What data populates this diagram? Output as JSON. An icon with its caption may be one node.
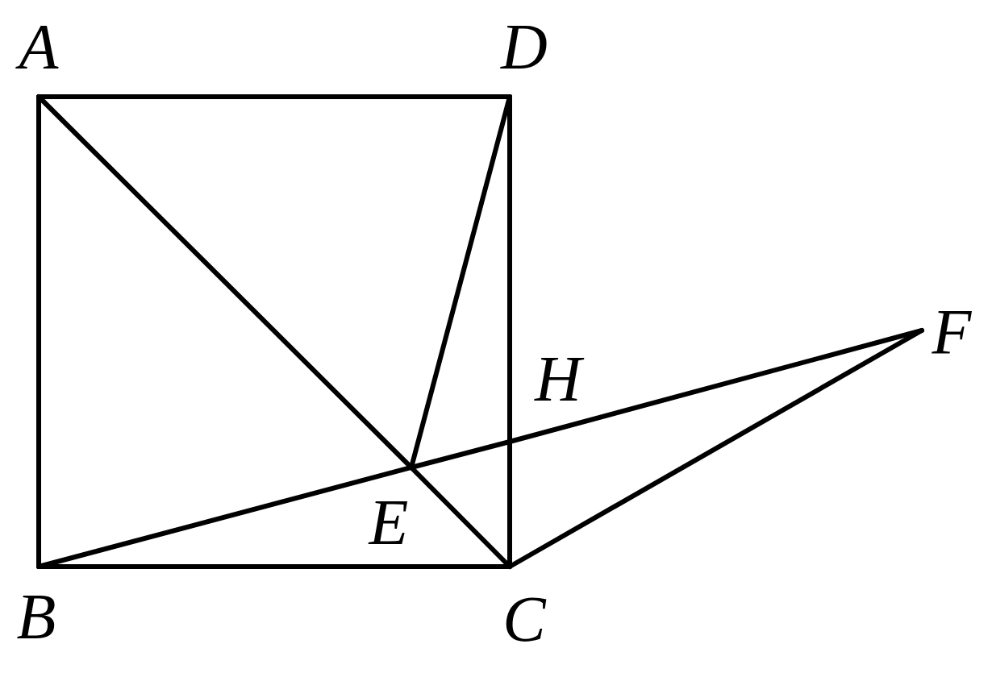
{
  "diagram": {
    "nodes": [
      {
        "text": [
          "A"
        ]
      },
      {
        "text": [
          "D"
        ]
      },
      {
        "text": [
          "F"
        ]
      },
      {
        "text": [
          "H"
        ]
      },
      {
        "text": [
          "E"
        ]
      },
      {
        "text": [
          "B"
        ]
      },
      {
        "text": [
          "C"
        ]
      }
    ],
    "edges": [
      {
        "from": 0,
        "to": 1,
        "arrow": "none"
      },
      {
        "from": 0,
        "to": 5,
        "arrow": "none"
      },
      {
        "from": 5,
        "to": 6,
        "arrow": "none"
      },
      {
        "from": 1,
        "to": 3,
        "arrow": "none"
      },
      {
        "from": 3,
        "to": 6,
        "arrow": "none"
      },
      {
        "from": 0,
        "to": 4,
        "arrow": "none"
      },
      {
        "from": 4,
        "to": 6,
        "arrow": "none"
      },
      {
        "from": 1,
        "to": 4,
        "arrow": "none"
      },
      {
        "from": 5,
        "to": 4,
        "arrow": "none"
      },
      {
        "from": 4,
        "to": 3,
        "arrow": "none"
      },
      {
        "from": 3,
        "to": 2,
        "arrow": "none"
      },
      {
        "from": 6,
        "to": 2,
        "arrow": "none"
      }
    ]
  }
}
